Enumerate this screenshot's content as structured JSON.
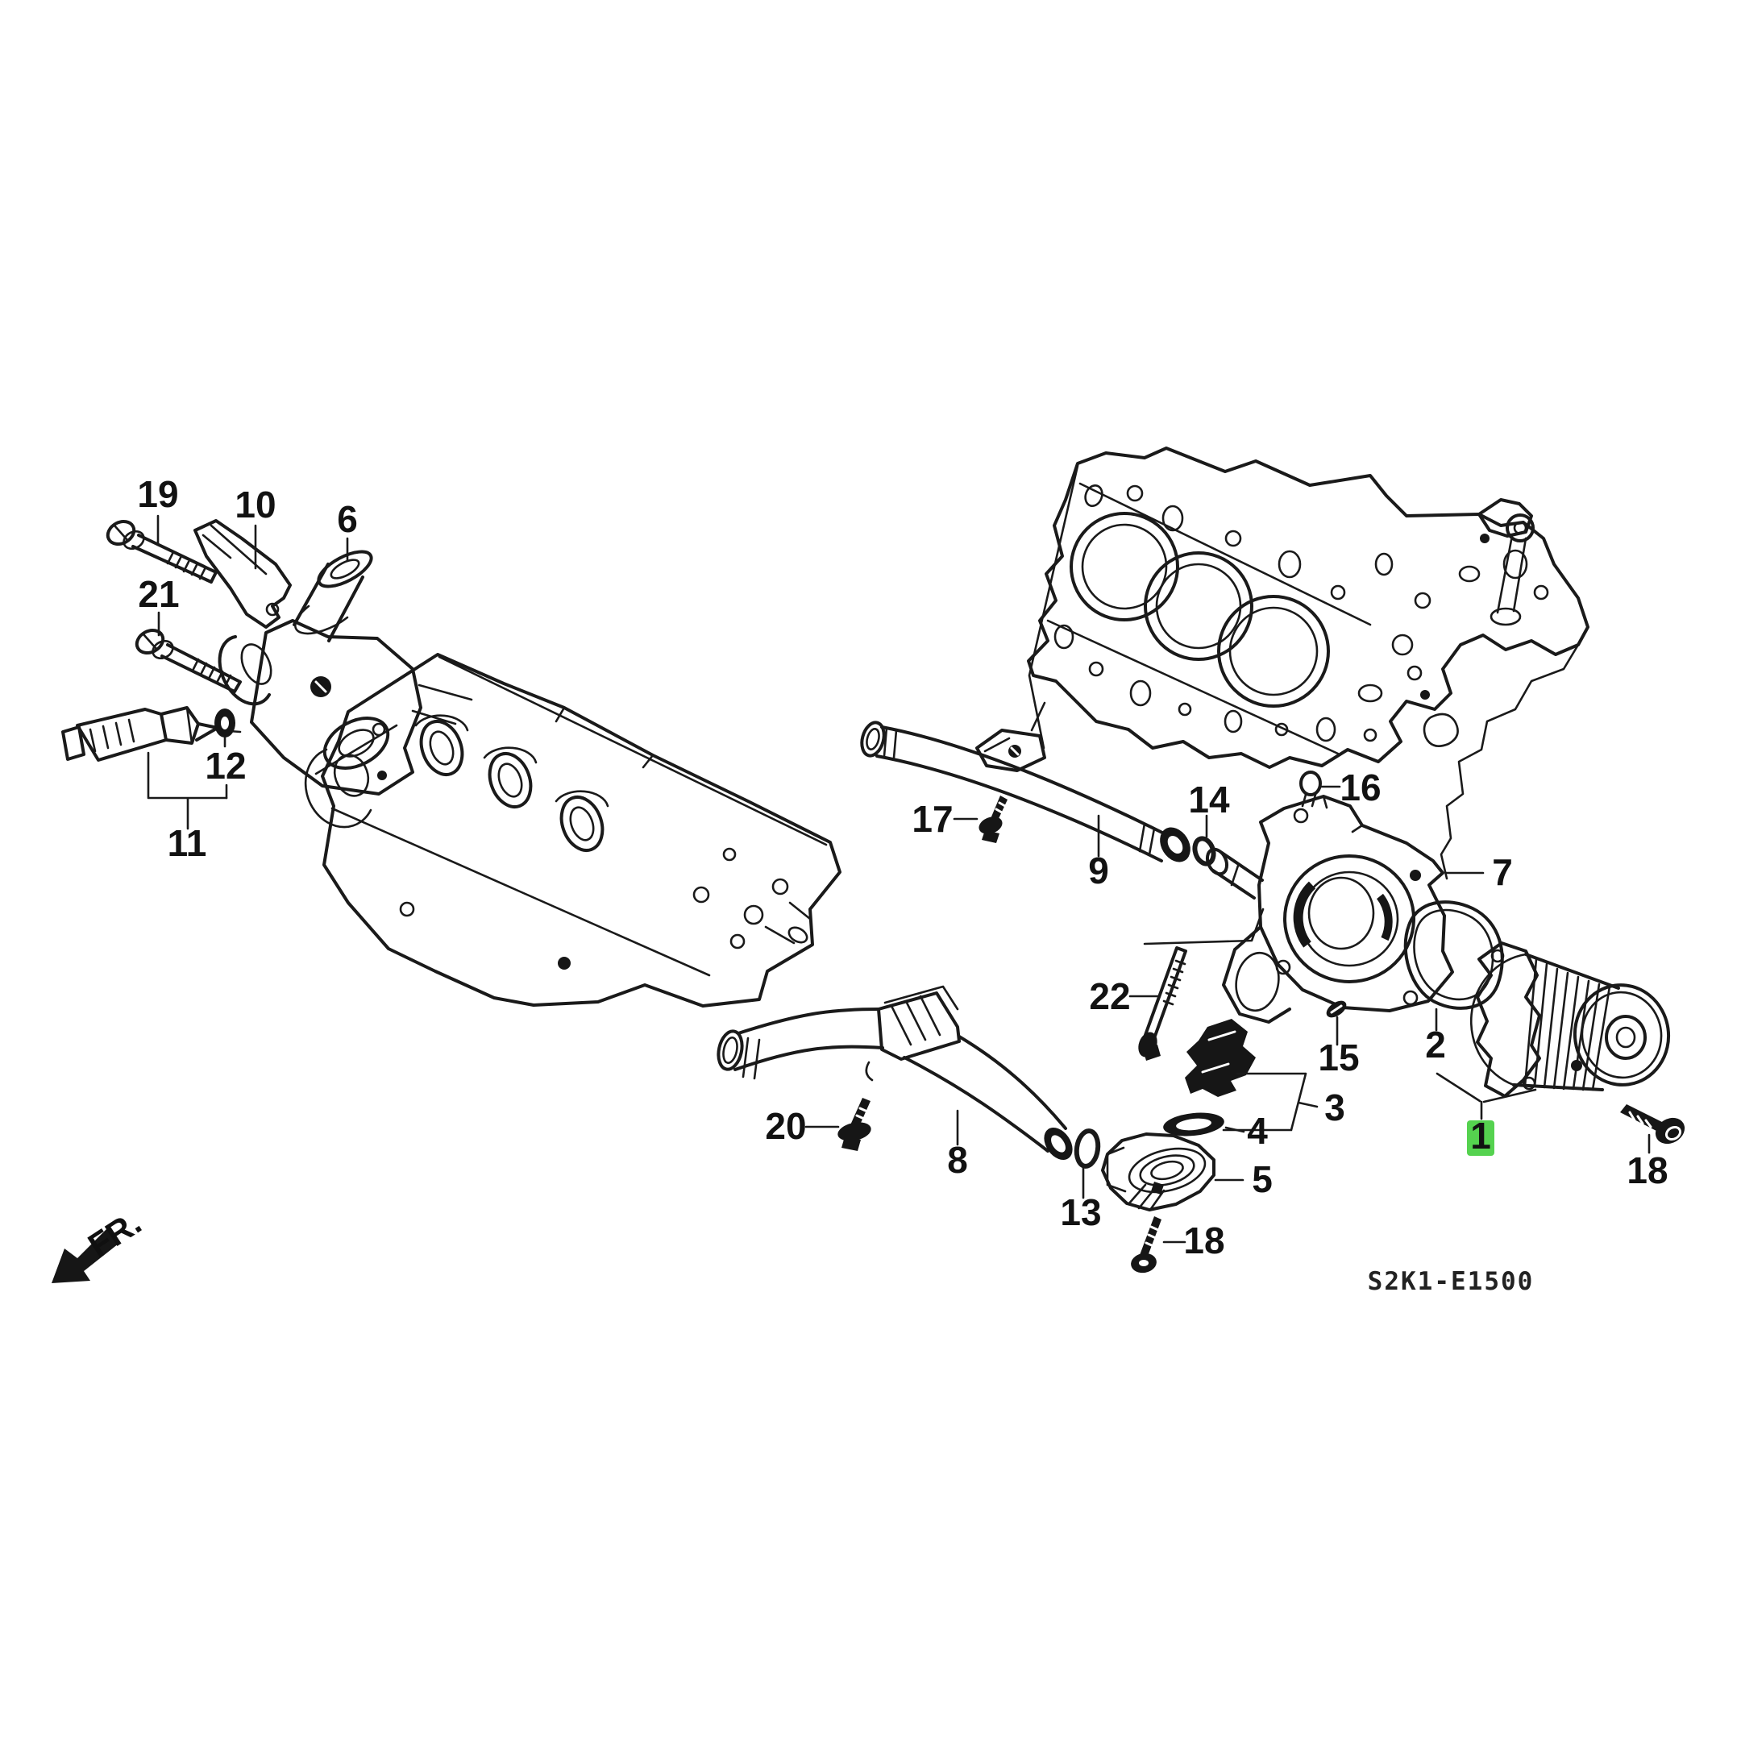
{
  "meta": {
    "diagram_code": "S2K1-E1500",
    "direction_label": "FR."
  },
  "colors": {
    "background": "#ffffff",
    "line": "#1a1a1a",
    "highlight": "#55d24f"
  },
  "callouts": [
    {
      "part": "19",
      "highlighted": false
    },
    {
      "part": "10",
      "highlighted": false
    },
    {
      "part": "6",
      "highlighted": false
    },
    {
      "part": "21",
      "highlighted": false
    },
    {
      "part": "12",
      "highlighted": false
    },
    {
      "part": "11",
      "highlighted": false
    },
    {
      "part": "17",
      "highlighted": false
    },
    {
      "part": "9",
      "highlighted": false
    },
    {
      "part": "14",
      "highlighted": false
    },
    {
      "part": "16",
      "highlighted": false
    },
    {
      "part": "7",
      "highlighted": false
    },
    {
      "part": "22",
      "highlighted": false
    },
    {
      "part": "15",
      "highlighted": false
    },
    {
      "part": "2",
      "highlighted": false
    },
    {
      "part": "3",
      "highlighted": false
    },
    {
      "part": "4",
      "highlighted": false
    },
    {
      "part": "5",
      "highlighted": false
    },
    {
      "part": "20",
      "highlighted": false
    },
    {
      "part": "8",
      "highlighted": false
    },
    {
      "part": "13",
      "highlighted": false
    },
    {
      "part": "18",
      "highlighted": false
    },
    {
      "part": "1",
      "highlighted": true
    },
    {
      "part": "18",
      "highlighted": false
    }
  ]
}
